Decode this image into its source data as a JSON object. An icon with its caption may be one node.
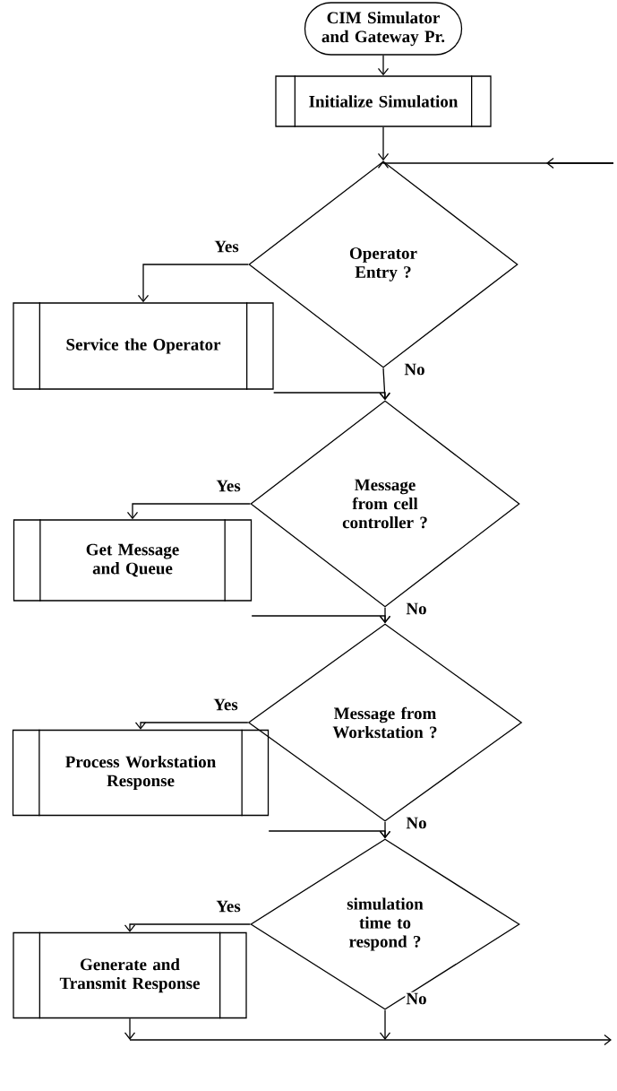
{
  "diagram": {
    "nodes": [
      {
        "text": [
          "CIM Simulator and Gateway Pr."
        ]
      },
      {
        "text": [
          "Initialize Simulation"
        ]
      },
      {
        "text": [
          "Operator Entry ?"
        ]
      },
      {
        "text": [
          "Service the Operator"
        ]
      },
      {
        "text": [
          "Message from cell controller ?"
        ]
      },
      {
        "text": [
          "Get Message and Queue"
        ]
      },
      {
        "text": [
          "Message from Workstation ?"
        ]
      },
      {
        "text": [
          "Process Workstation Response"
        ]
      },
      {
        "text": [
          "simulation time to respond ?"
        ]
      },
      {
        "text": [
          "Generate and Transmit Response"
        ]
      }
    ],
    "edges": [
      {
        "from": 0,
        "to": 1,
        "arrow": "to"
      },
      {
        "from": 1,
        "to": 2,
        "arrow": "to"
      },
      {
        "from": null,
        "to": 2,
        "arrow": "to"
      },
      {
        "from": 2,
        "to": 3,
        "arrow": "to",
        "label": "Yes"
      },
      {
        "from": 2,
        "to": 4,
        "arrow": "to",
        "label": "No"
      },
      {
        "from": 3,
        "to": 4,
        "arrow": "to"
      },
      {
        "from": 4,
        "to": 5,
        "arrow": "to",
        "label": "Yes"
      },
      {
        "from": 4,
        "to": 6,
        "arrow": "to",
        "label": "No"
      },
      {
        "from": 5,
        "to": 6,
        "arrow": "to"
      },
      {
        "from": 6,
        "to": 7,
        "arrow": "to",
        "label": "Yes"
      },
      {
        "from": 6,
        "to": 8,
        "arrow": "to",
        "label": "No"
      },
      {
        "from": 7,
        "to": 8,
        "arrow": "to"
      },
      {
        "from": 8,
        "to": 9,
        "arrow": "to",
        "label": "Yes"
      },
      {
        "from": 8,
        "to": null,
        "arrow": "to",
        "label": "No"
      },
      {
        "from": 9,
        "to": null,
        "arrow": "to"
      }
    ]
  }
}
